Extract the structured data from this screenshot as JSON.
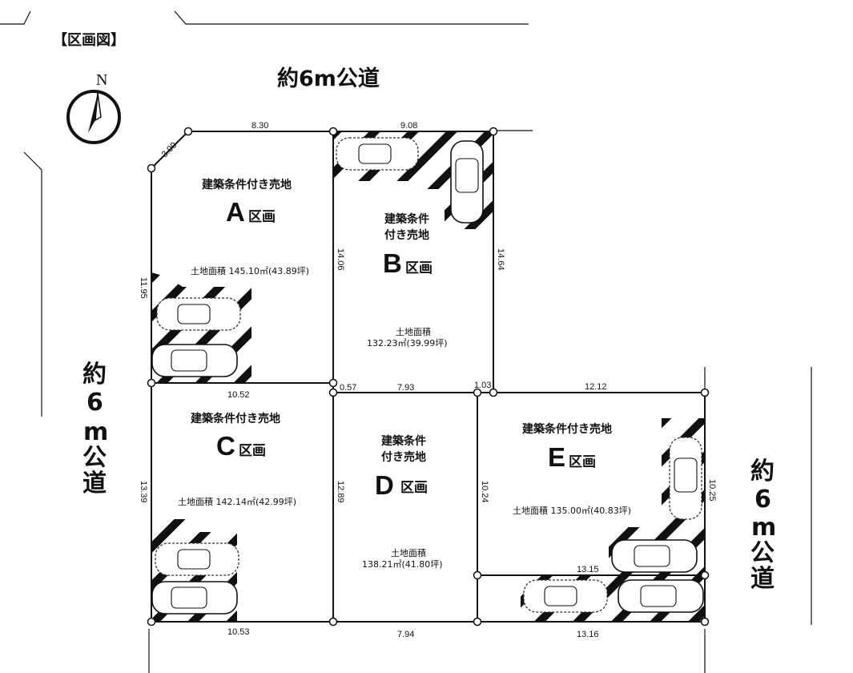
{
  "title": "【区画図】",
  "compass": {
    "label": "N"
  },
  "roads": {
    "north": "約6m公道",
    "west": "約6m公道",
    "east": "約6m公道"
  },
  "lots": [
    {
      "id": "A",
      "condition": [
        "建築条件付き売地"
      ],
      "letter": "A",
      "ku": "区画",
      "area": "土地面積 145.10㎡(43.89坪)"
    },
    {
      "id": "B",
      "condition": [
        "建築条件",
        "付き売地"
      ],
      "letter": "B",
      "ku": "区画",
      "area": [
        "土地面積",
        "132.23㎡(39.99坪)"
      ]
    },
    {
      "id": "C",
      "condition": [
        "建築条件付き売地"
      ],
      "letter": "C",
      "ku": "区画",
      "area": "土地面積 142.14㎡(42.99坪)"
    },
    {
      "id": "D",
      "condition": [
        "建築条件",
        "付き売地"
      ],
      "letter": "D",
      "ku": "区画",
      "area": [
        "土地面積",
        "138.21㎡(41.80坪)"
      ]
    },
    {
      "id": "E",
      "condition": [
        "建築条件付き売地"
      ],
      "letter": "E",
      "ku": "区画",
      "area": "土地面積 135.00㎡(40.83坪)"
    }
  ],
  "dimensions": {
    "a_corner": "3.00",
    "a_top": "8.30",
    "b_top": "9.08",
    "a_west": "11.95",
    "a_east": "14.06",
    "b_east": "14.64",
    "c_top": "10.52",
    "ab_offset": "0.57",
    "d_top": "7.93",
    "be_offset": "1.03",
    "e_top": "12.12",
    "c_west": "13.39",
    "d_west": "12.89",
    "d_east": "10.24",
    "e_east": "10.25",
    "e_bottom_inner": "13.15",
    "c_bottom": "10.53",
    "d_bottom": "7.94",
    "e_bottom": "13.16"
  }
}
